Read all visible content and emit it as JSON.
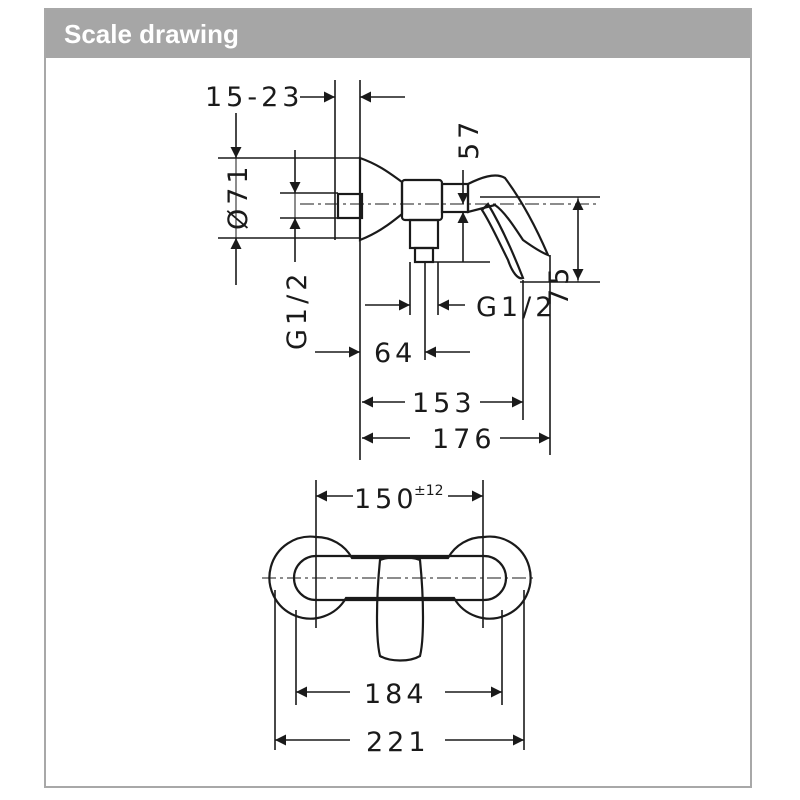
{
  "header": {
    "title": "Scale drawing"
  },
  "side_view": {
    "dims": {
      "wall_depth": "15-23",
      "diameter": "Ø71",
      "thread_left": "G1/2",
      "height_57": "57",
      "height_75": "75",
      "thread_right": "G1/2",
      "offset_64": "64",
      "length_153": "153",
      "length_176": "176"
    }
  },
  "front_view": {
    "dims": {
      "centers": "150",
      "tolerance": "±12",
      "width_184": "184",
      "width_221": "221"
    }
  },
  "colors": {
    "header_bg": "#a6a6a6",
    "line": "#1a1a1a",
    "border": "#a8a8a8"
  }
}
